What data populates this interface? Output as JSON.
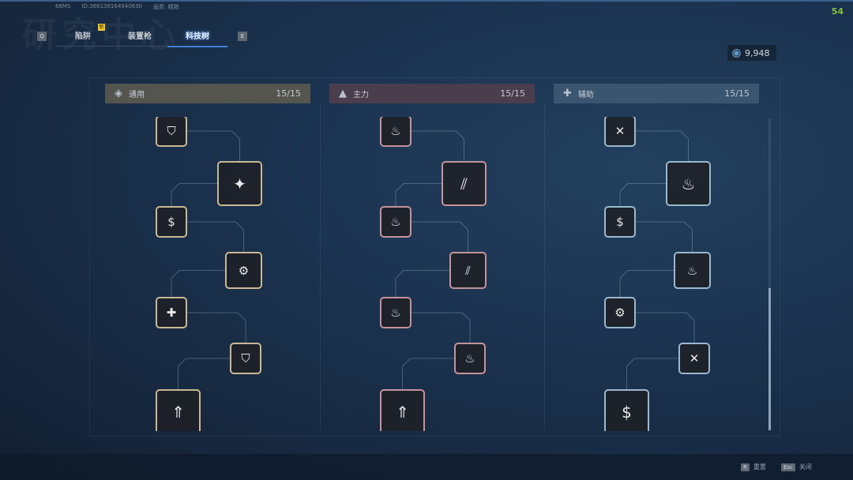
{
  "watermark": "研究中心",
  "meta": {
    "latency": "66MS",
    "id": "ID:366136164940630",
    "quality": "画质: 精致"
  },
  "fps": "54",
  "tabs": {
    "prev_key": "Q",
    "next_key": "E",
    "new_badge": "新",
    "items": [
      {
        "label": "陷阱"
      },
      {
        "label": "装置枪"
      },
      {
        "label": "科技树",
        "active": true
      }
    ]
  },
  "currency": {
    "icon": "coin-icon",
    "value": "9,948"
  },
  "columns": [
    {
      "title": "通用",
      "icon": "diamond-icon",
      "count": "15/15",
      "color": "#c9b893",
      "header_bg": "#55554f",
      "nodes": [
        "shield-icon",
        "turret-core-icon",
        "money-icon",
        "money-gear-icon",
        "heal-icon",
        "shield-icon",
        "bullet-icon"
      ]
    },
    {
      "title": "主力",
      "icon": "peak-icon",
      "count": "15/15",
      "color": "#c4939c",
      "header_bg": "#4a3e4e",
      "nodes": [
        "flame-icon",
        "ammo-icon",
        "flame-icon",
        "ammo-icon",
        "flame-icon",
        "flame-icon",
        "bullet-icon"
      ]
    },
    {
      "title": "辅助",
      "icon": "plus-icon",
      "count": "15/15",
      "color": "#9ab8cf",
      "header_bg": "#3a5570",
      "nodes": [
        "wrench-icon",
        "flame-plus-icon",
        "money-icon",
        "flame-up-icon",
        "money-gear-icon",
        "wrench-icon",
        "money-icon"
      ]
    }
  ],
  "footer": {
    "reset_key": "R",
    "reset_label": "重置",
    "close_key": "Esc",
    "close_label": "关闭"
  }
}
